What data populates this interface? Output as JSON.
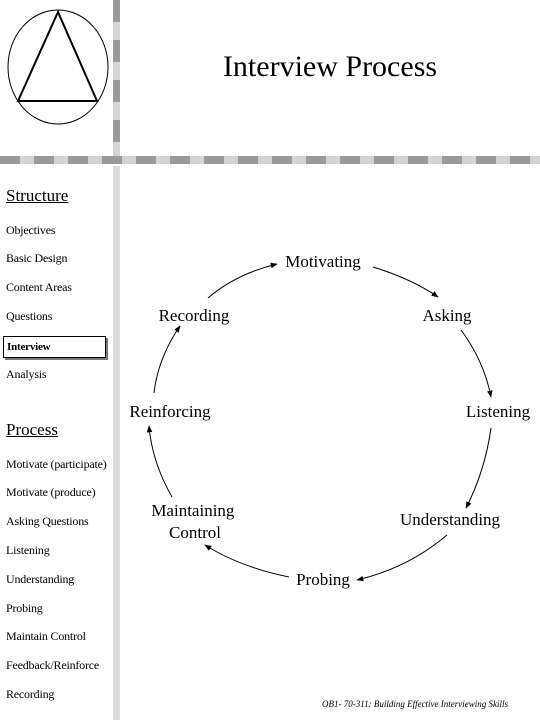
{
  "title": "Interview Process",
  "logo": {
    "icon": "triangle-in-circle-icon"
  },
  "sidebar": {
    "structure_heading": "Structure",
    "structure_items": [
      "Objectives",
      "Basic Design",
      "Content Areas",
      "Questions",
      "Interview",
      "Analysis"
    ],
    "active_item": "Interview",
    "process_heading": "Process",
    "process_items": [
      "Motivate (participate)",
      "Motivate (produce)",
      "Asking Questions",
      "Listening",
      "Understanding",
      "Probing",
      "Maintain Control",
      "Feedback/Reinforce",
      "Recording"
    ]
  },
  "cycle": {
    "nodes": [
      "Motivating",
      "Asking",
      "Listening",
      "Understanding",
      "Probing",
      "Maintaining Control",
      "Reinforcing",
      "Recording"
    ]
  },
  "footer": "OB1- 70-311: Building Effective Interviewing Skills"
}
